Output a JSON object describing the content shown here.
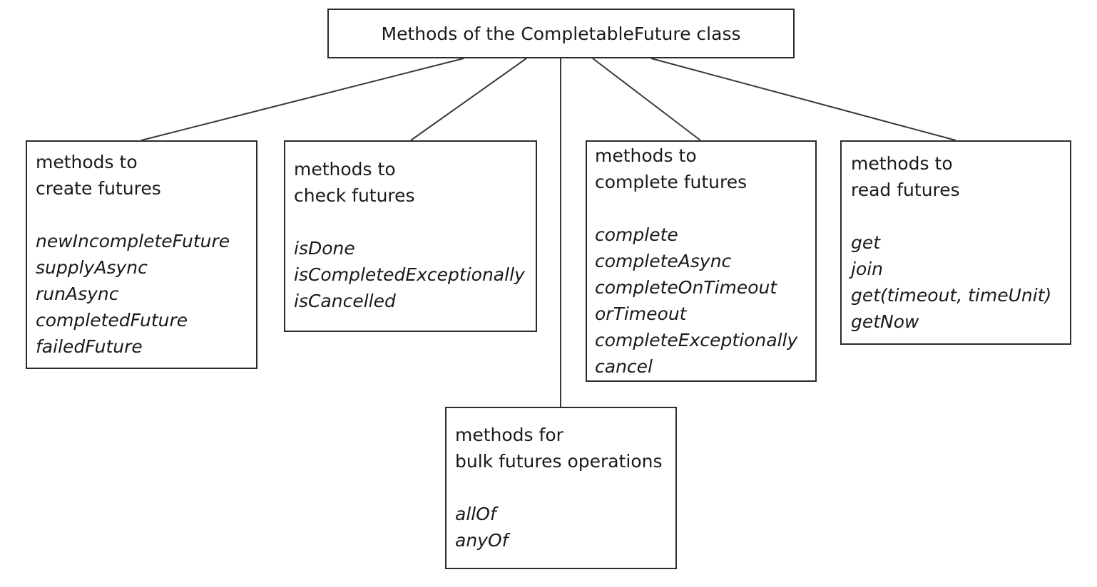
{
  "diagram": {
    "root": {
      "label": "Methods of the CompletableFuture class"
    },
    "categories": {
      "create": {
        "title": "methods to\ncreate futures",
        "methods": [
          "newIncompleteFuture",
          "supplyAsync",
          "runAsync",
          "completedFuture",
          "failedFuture"
        ]
      },
      "check": {
        "title": "methods to\ncheck futures",
        "methods": [
          "isDone",
          "isCompletedExceptionally",
          "isCancelled"
        ]
      },
      "complete": {
        "title": "methods to\ncomplete futures",
        "methods": [
          "complete",
          "completeAsync",
          "completeOnTimeout",
          "orTimeout",
          "completeExceptionally",
          "cancel"
        ]
      },
      "read": {
        "title": "methods to\nread futures",
        "methods": [
          "get",
          "join",
          "get(timeout, timeUnit)",
          "getNow"
        ]
      },
      "bulk": {
        "title": "methods for\nbulk futures operations",
        "methods": [
          "allOf",
          "anyOf"
        ]
      }
    },
    "line_color": "#3a3a3a",
    "border_color": "#2b2b2b"
  }
}
